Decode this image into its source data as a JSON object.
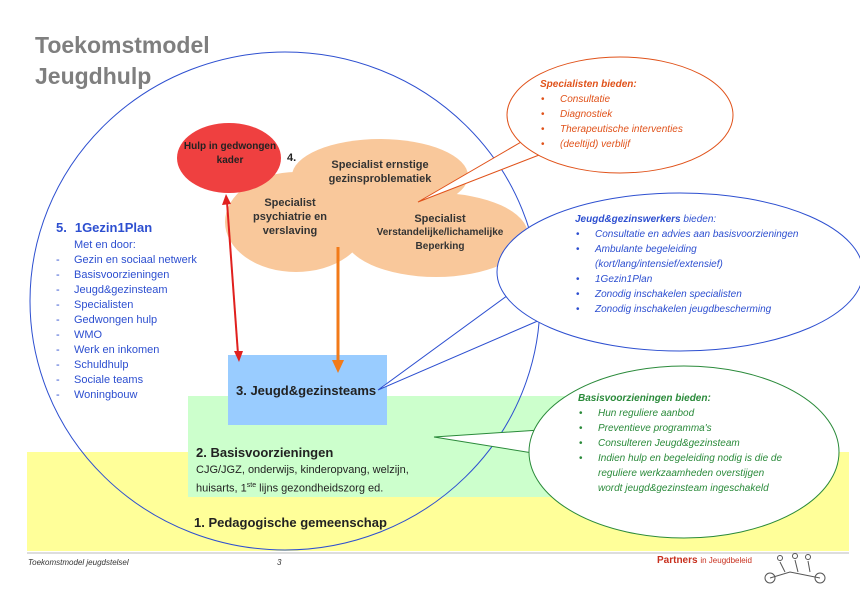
{
  "title": {
    "line1": "Toekomstmodel",
    "line2": "Jeugdhulp"
  },
  "colors": {
    "outer_circle": "#2d4fd0",
    "level1_fill": "#ffff99",
    "level2_fill": "#ccffcc",
    "level3_fill": "#99ccff",
    "specialist_fill": "#f9c89b",
    "forced_fill": "#ef4040",
    "arrow_red": "#e0201e",
    "arrow_orange": "#f27a18",
    "callout_orange": "#e0521a",
    "callout_blue": "#2d4fd0",
    "callout_green": "#2a8a3a"
  },
  "plan": {
    "number": "5.",
    "title": "1Gezin1Plan",
    "subtitle": "Met en door:",
    "items": [
      "Gezin en sociaal netwerk",
      "Basisvoorzieningen",
      "Jeugd&gezinsteam",
      "Specialisten",
      "Gedwongen hulp",
      "WMO",
      "Werk en inkomen",
      "Schuldhulp",
      "Sociale teams",
      "Woningbouw"
    ]
  },
  "levels": {
    "level1": "1. Pedagogische gemeenschap",
    "level2": "2. Basisvoorzieningen",
    "level2_desc_line1": "CJG/JGZ, onderwijs, kinderopvang, welzijn,",
    "level2_desc_pre": "huisarts, 1",
    "level2_desc_sup": "ste",
    "level2_desc_post": " lijns gezondheidszorg ed.",
    "level3": "3. Jeugd&gezinsteams"
  },
  "nodes": {
    "dwang": "Hulp in gedwongen kader",
    "four": "4.",
    "ernstig": "Specialist ernstige gezinsproblematiek",
    "psych": "Specialist psychiatrie en verslaving",
    "verst_title": "Specialist",
    "verst_body": "Verstandelijke/lichamelijke Beperking"
  },
  "callouts": {
    "specialisten": {
      "title": "Specialisten bieden:",
      "items": [
        "Consultatie",
        "Diagnostiek",
        "Therapeutische interventies",
        "(deeltijd) verblijf"
      ]
    },
    "jgz": {
      "title": "Jeugd&gezinswerkers",
      "title_suffix": " bieden:",
      "items": [
        "Consultatie en advies aan basisvoorzieningen",
        "Ambulante begeleiding (kort/lang/intensief/extensief)",
        "1Gezin1Plan",
        "Zonodig inschakelen specialisten",
        "Zonodig inschakelen jeugdbescherming"
      ]
    },
    "basis": {
      "title": "Basisvoorzieningen bieden:",
      "items": [
        "Hun reguliere aanbod",
        "Preventieve programma's",
        "Consulteren Jeugd&gezinsteam",
        "Indien hulp en begeleiding nodig is die de reguliere werkzaamheden overstijgen wordt jeugd&gezinsteam ingeschakeld"
      ]
    }
  },
  "footer": {
    "left": "Toekomstmodel jeugdstelsel",
    "page": "3",
    "brand": "Partners",
    "brand_sub": "in Jeugdbeleid"
  }
}
